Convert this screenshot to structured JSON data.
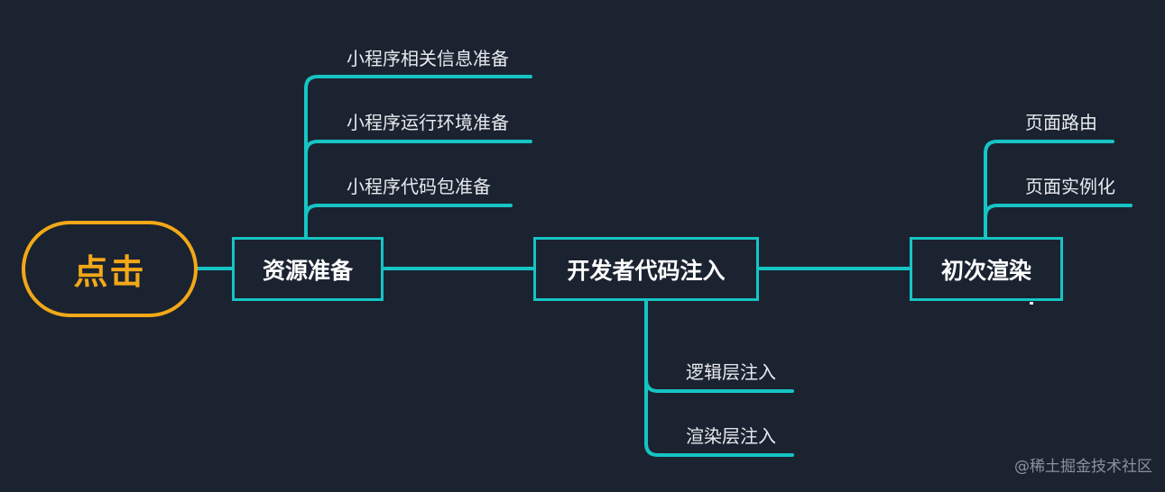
{
  "root": {
    "label": "点击"
  },
  "stages": [
    {
      "label": "资源准备"
    },
    {
      "label": "开发者代码注入"
    },
    {
      "label": "初次渲染"
    }
  ],
  "leaves": {
    "resource": [
      "小程序相关信息准备",
      "小程序运行环境准备",
      "小程序代码包准备"
    ],
    "inject": [
      "逻辑层注入",
      "渲染层注入"
    ],
    "render": [
      "页面路由",
      "页面实例化"
    ]
  },
  "colors": {
    "background": "#1b2331",
    "accent": "#17c4c4",
    "root": "#f2a818",
    "text": "#e8eaee"
  },
  "watermark": "@稀土掘金技术社区"
}
